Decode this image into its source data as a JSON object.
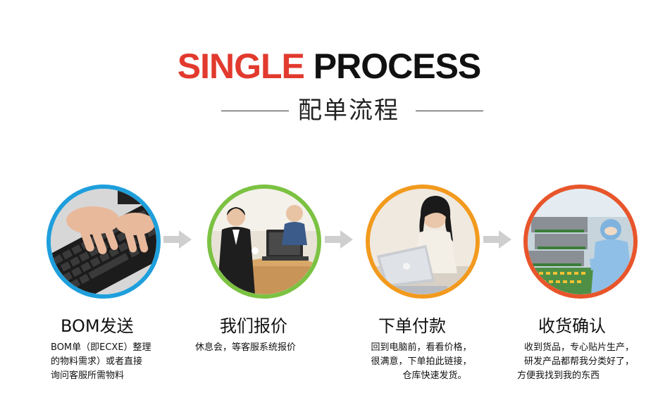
{
  "header": {
    "title_part1": "SINGLE",
    "title_part2": "PROCESS",
    "subtitle": "配单流程"
  },
  "colors": {
    "title_red": "#e23a2e",
    "step1_ring": "#1e9fdc",
    "step2_ring": "#7cc242",
    "step3_ring": "#f29a1e",
    "step4_ring": "#e8552b",
    "arrow": "#cfcfcf"
  },
  "steps": [
    {
      "title": "BOM发送",
      "image": "keyboard-typing-photo",
      "desc": [
        "BOM单（即ECXE）整理",
        "的物料需求）或者直接",
        "询问客服所需物料"
      ]
    },
    {
      "title": "我们报价",
      "image": "business-meeting-photo",
      "desc": [
        "休息会，等客服系统报价"
      ]
    },
    {
      "title": "下单付款",
      "image": "woman-laptop-photo",
      "desc": [
        "回到电脑前，看看价格，",
        "很满意，下单拍此链接，",
        "仓库快速发货。"
      ]
    },
    {
      "title": "收货确认",
      "image": "smt-factory-photo",
      "desc": [
        "收到货品，专心贴片生产，",
        "研发产品都帮我分类好了，",
        "方便我找到我的东西"
      ]
    }
  ],
  "arrows": [
    "arrow-right-icon",
    "arrow-right-icon",
    "arrow-right-icon"
  ]
}
